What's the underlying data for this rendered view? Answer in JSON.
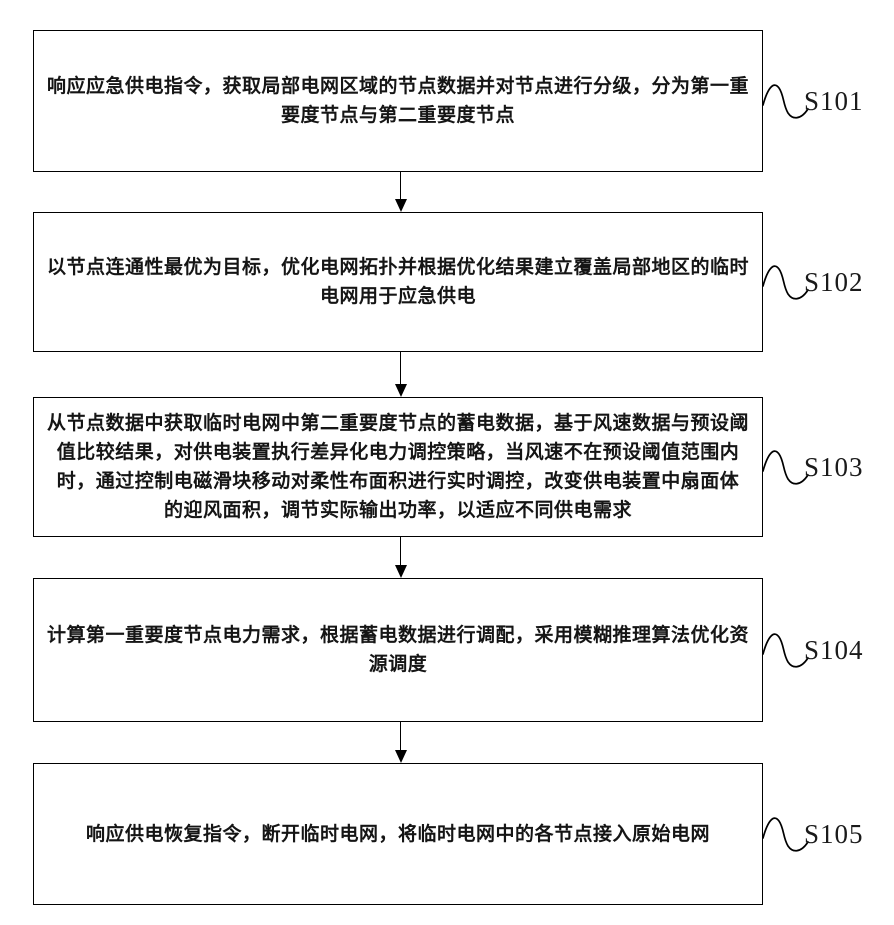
{
  "figure": {
    "type": "flowchart",
    "colors": {
      "line": "#000000",
      "background": "#ffffff",
      "text": "#151515"
    },
    "steps": [
      {
        "id": "S101",
        "text": "响应应急供电指令，获取局部电网区域的节点数据并对节点进行分级，分为第一重\n要度节点与第二重要度节点"
      },
      {
        "id": "S102",
        "text": "以节点连通性最优为目标，优化电网拓扑并根据优化结果建立覆盖局部地区的临时\n电网用于应急供电"
      },
      {
        "id": "S103",
        "text": "从节点数据中获取临时电网中第二重要度节点的蓄电数据，基于风速数据与预设阈\n值比较结果，对供电装置执行差异化电力调控策略，当风速不在预设阈值范围内\n时，通过控制电磁滑块移动对柔性布面积进行实时调控，改变供电装置中扇面体\n的迎风面积，调节实际输出功率，以适应不同供电需求"
      },
      {
        "id": "S104",
        "text": "计算第一重要度节点电力需求，根据蓄电数据进行调配，采用模糊推理算法优化资\n源调度"
      },
      {
        "id": "S105",
        "text": "响应供电恢复指令，断开临时电网，将临时电网中的各节点接入原始电网"
      }
    ]
  }
}
